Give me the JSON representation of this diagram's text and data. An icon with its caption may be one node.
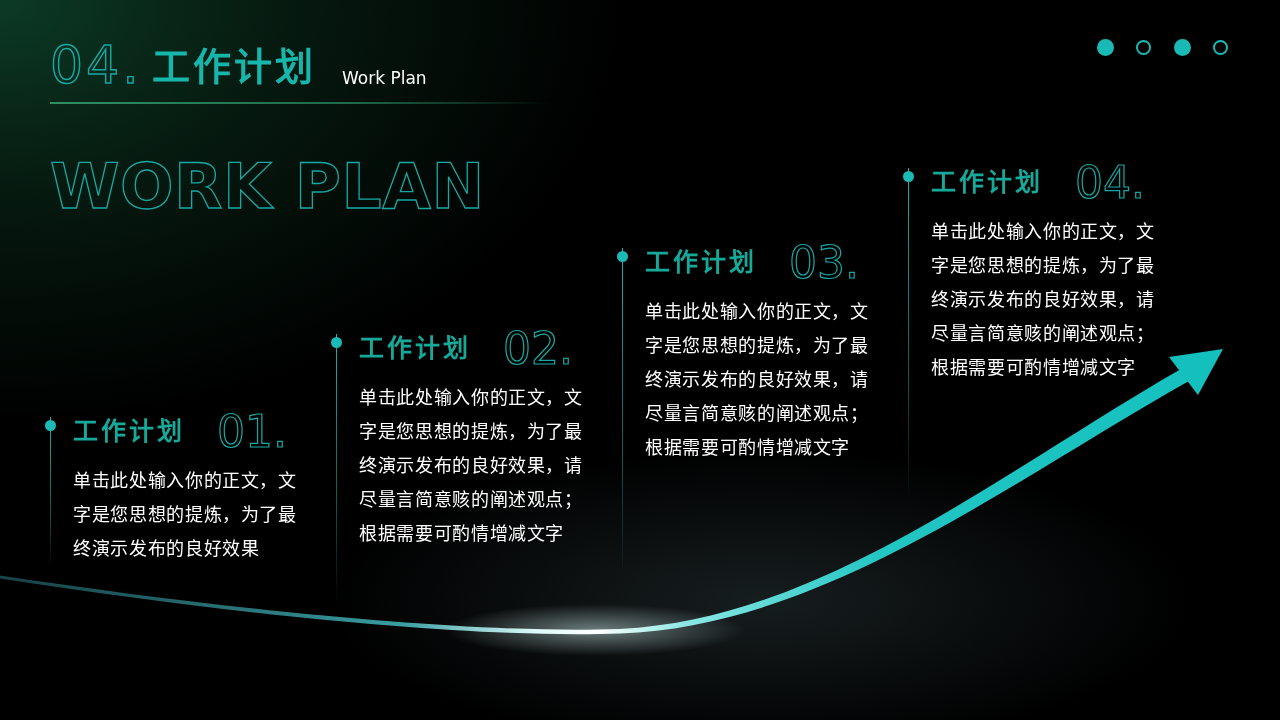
{
  "diagram": {
    "title": "工作计划",
    "nodes": [
      {
        "text": [
          "工作计划",
          "01.",
          "单击此处输入你的正文，文字是您思想的提炼，为了最终演示发布的良好效果"
        ]
      },
      {
        "text": [
          "工作计划",
          "02.",
          "单击此处输入你的正文，文字是您思想的提炼，为了最终演示发布的良好效果，请尽量言简意赅的阐述观点；根据需要可酌情增减文字"
        ]
      },
      {
        "text": [
          "工作计划",
          "03.",
          "单击此处输入你的正文，文字是您思想的提炼，为了最终演示发布的良好效果，请尽量言简意赅的阐述观点；根据需要可酌情增减文字"
        ]
      },
      {
        "text": [
          "工作计划",
          "04.",
          "单击此处输入你的正文，文字是您思想的提炼，为了最终演示发布的良好效果，请尽量言简意赅的阐述观点；根据需要可酌情增减文字"
        ]
      }
    ],
    "labels": [
      "04.",
      "Work Plan",
      "WORK PLAN"
    ]
  }
}
